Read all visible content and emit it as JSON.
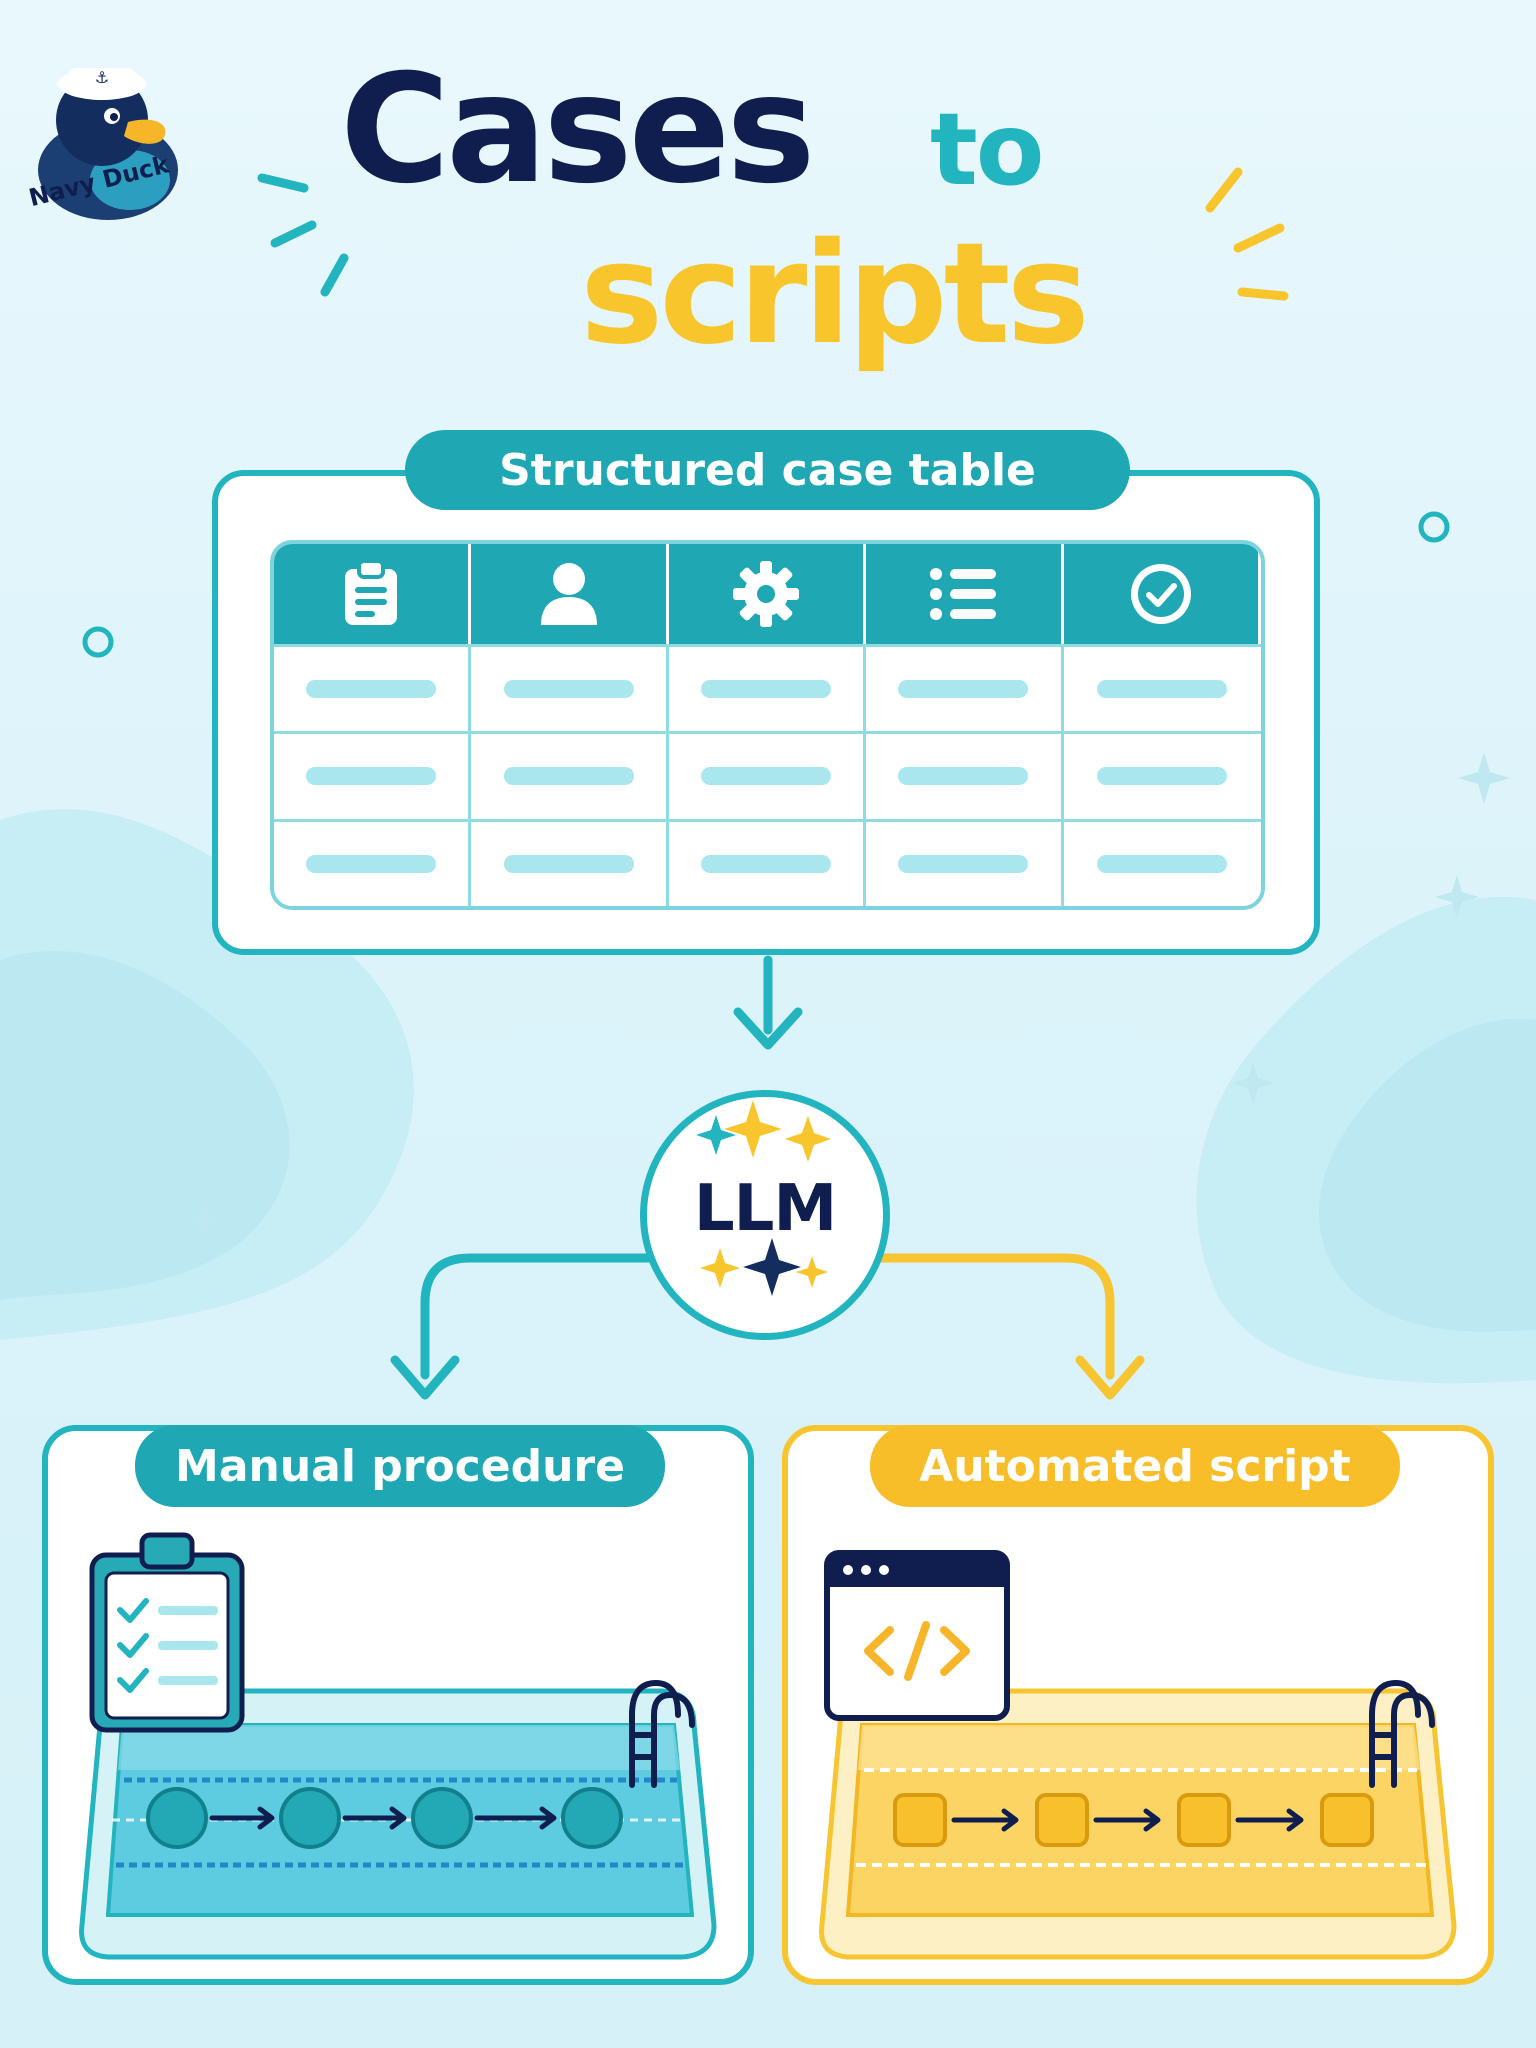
{
  "header": {
    "title_word1": "Cases",
    "title_word2": "to",
    "title_word3": "scripts"
  },
  "logo": {
    "label": "Navy Duck"
  },
  "case_table": {
    "label": "Structured case table",
    "columns": [
      {
        "icon": "clipboard-icon"
      },
      {
        "icon": "user-icon"
      },
      {
        "icon": "gear-icon"
      },
      {
        "icon": "list-icon"
      },
      {
        "icon": "check-circle-icon"
      }
    ],
    "row_count": 3
  },
  "llm": {
    "label": "LLM"
  },
  "outputs": {
    "manual": {
      "label": "Manual procedure",
      "color": "#1fa8b4",
      "icon": "checklist-clipboard-icon"
    },
    "automated": {
      "label": "Automated script",
      "color": "#f7be2a",
      "icon": "code-window-icon"
    }
  },
  "colors": {
    "navy": "#0f1e4f",
    "teal": "#1fa8b4",
    "yellow": "#f7be2a",
    "background": "#e3f6fb"
  }
}
